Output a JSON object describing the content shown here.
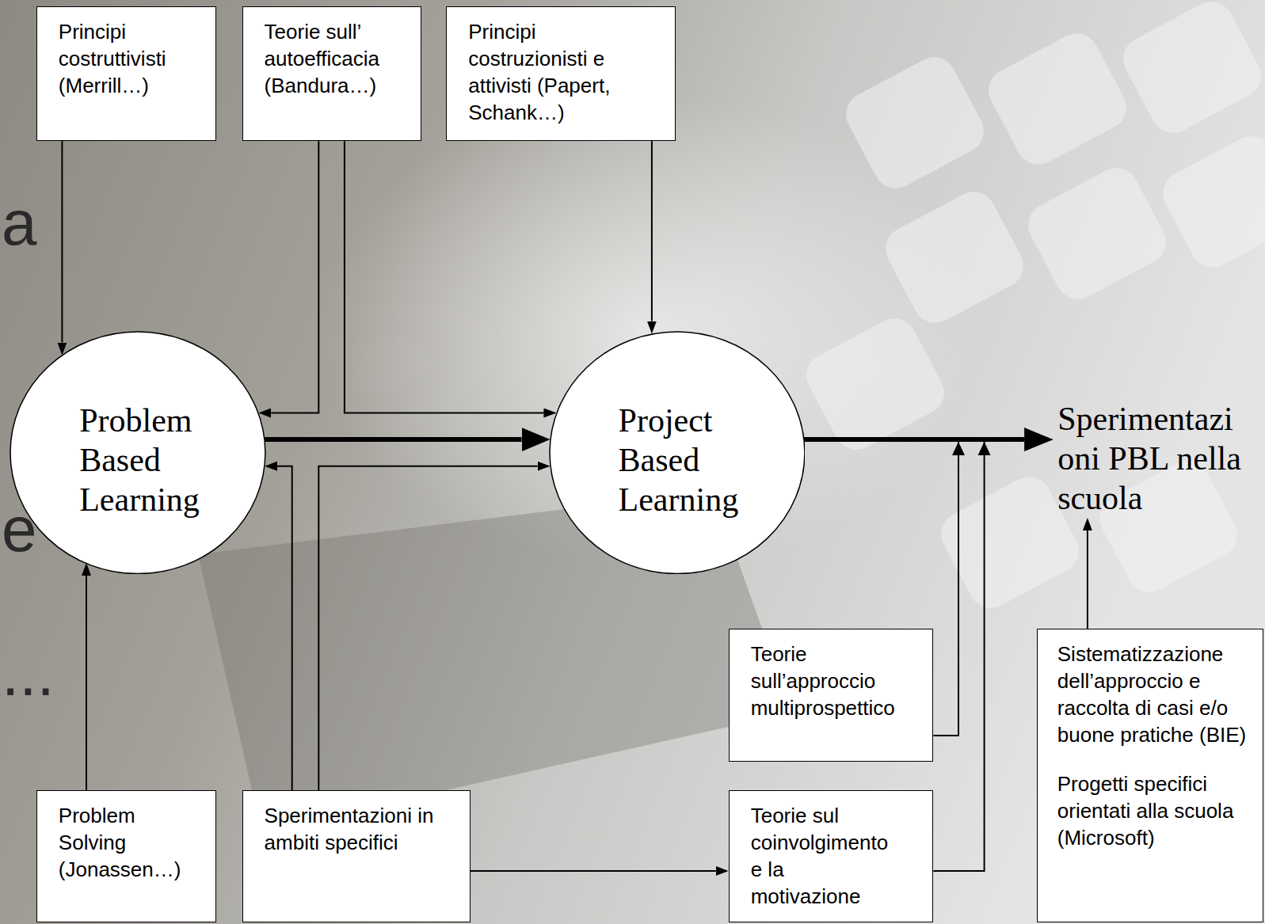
{
  "diagram": {
    "nodes": [
      {
        "text": [
          "Principi costruttivisti (Merrill…)"
        ]
      },
      {
        "text": [
          "Teorie sull’ autoefficacia (Bandura…)"
        ]
      },
      {
        "text": [
          "Principi costruzionisti e attivisti (Papert, Schank…)"
        ]
      },
      {
        "text": [
          "Problem Based Learning"
        ]
      },
      {
        "text": [
          "Project Based Learning"
        ]
      },
      {
        "text": [
          "Sperimentazioni PBL nella scuola"
        ]
      },
      {
        "text": [
          "Teorie sull’approccio multiprospettico"
        ]
      },
      {
        "text": [
          "Sistematizzazione dell’approccio e raccolta di casi e/o buone pratiche (BIE)",
          "Progetti specifici orientati alla scuola (Microsoft)"
        ]
      },
      {
        "text": [
          "Problem Solving (Jonassen…)"
        ]
      },
      {
        "text": [
          "Sperimentazioni in ambiti specifici"
        ]
      },
      {
        "text": [
          "Teorie sul coinvolgimento e la motivazione"
        ]
      }
    ],
    "edges": [
      {
        "from": 0,
        "to": 3,
        "arrow": "to"
      },
      {
        "from": 1,
        "to": 3,
        "arrow": "to"
      },
      {
        "from": 1,
        "to": 4,
        "arrow": "to"
      },
      {
        "from": 2,
        "to": 4,
        "arrow": "to"
      },
      {
        "from": 3,
        "to": 4,
        "arrow": "to"
      },
      {
        "from": 4,
        "to": 5,
        "arrow": "to"
      },
      {
        "from": 8,
        "to": 3,
        "arrow": "to"
      },
      {
        "from": 9,
        "to": 3,
        "arrow": "to"
      },
      {
        "from": 9,
        "to": 4,
        "arrow": "to"
      },
      {
        "from": 9,
        "to": 10,
        "arrow": "to"
      },
      {
        "from": 6,
        "to": 5,
        "arrow": "to"
      },
      {
        "from": 10,
        "to": 5,
        "arrow": "to"
      },
      {
        "from": 7,
        "to": 5,
        "arrow": "to"
      }
    ],
    "labels": [
      "a",
      "e",
      "..."
    ]
  }
}
